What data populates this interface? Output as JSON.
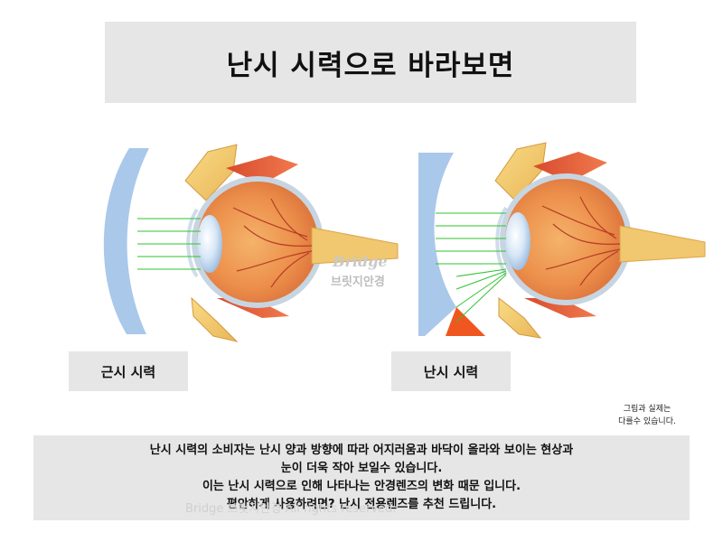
{
  "title": "난시 시력으로 바라보면",
  "labels": {
    "left": "근시 시력",
    "right": "난시 시력"
  },
  "note": {
    "line1": "그림과 실제는",
    "line2": "다를수 있습니다."
  },
  "description": [
    "난시 시력의 소비자는 난시 양과 방향에 따라 어지러움과 바닥이 올라와 보이는 현상과",
    "눈이 더욱 작아 보일수 있습니다.",
    "이는 난시 시력으로 인해 나타나는 안경렌즈의 변화 때문 입니다.",
    "편안하게 사용하려면? 난시 전용렌즈를 추천 드립니다."
  ],
  "watermark": {
    "brand": "Bridge",
    "korean": "브릿지안경",
    "footer": "Bridge 브릿지안경 All rights reserved."
  },
  "colors": {
    "lens_blue": "#a9c8ea",
    "ray_green": "#2fc32f",
    "distortion_orange": "#f0561f",
    "panel_gray": "#e6e6e6"
  }
}
